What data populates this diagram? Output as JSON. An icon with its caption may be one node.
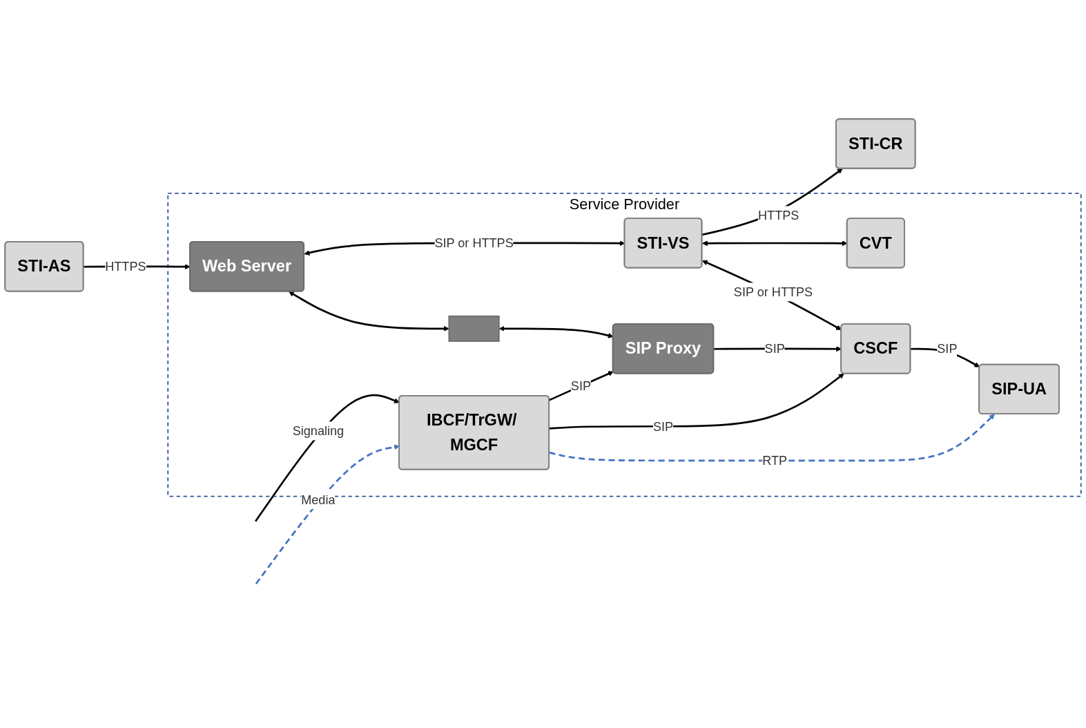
{
  "diagram": {
    "nodes": [
      {
        "text": [
          "Service Provider"
        ]
      },
      {
        "text": [
          "STI-CR"
        ]
      },
      {
        "text": [
          "STI-AS"
        ]
      },
      {
        "text": [
          "Web Server"
        ],
        "in": 0
      },
      {
        "text": [],
        "shape": "box",
        "in": 0
      },
      {
        "text": [
          "STI-VS"
        ],
        "in": 0
      },
      {
        "text": [
          "CVT"
        ],
        "in": 0
      },
      {
        "text": [
          "SIP Proxy"
        ],
        "in": 0
      },
      {
        "text": [
          "CSCF"
        ],
        "in": 0
      },
      {
        "text": [
          "IBCF/TrGW/ MGCF"
        ],
        "in": 0
      },
      {
        "text": [
          "SIP-UA"
        ],
        "in": 0
      }
    ],
    "edges": [
      {
        "from": 2,
        "to": 3,
        "arrow": "to",
        "label": "HTTPS"
      },
      {
        "from": 3,
        "to": 5,
        "arrow": "both",
        "label": "SIP or HTTPS"
      },
      {
        "from": 5,
        "to": 1,
        "arrow": "to",
        "label": "HTTPS"
      },
      {
        "from": 3,
        "to": 4,
        "arrow": "both"
      },
      {
        "from": 5,
        "to": 6,
        "arrow": "both"
      },
      {
        "from": 4,
        "to": 7,
        "arrow": "both"
      },
      {
        "from": 5,
        "to": 8,
        "arrow": "both",
        "label": "SIP or HTTPS"
      },
      {
        "from": 7,
        "to": 8,
        "arrow": "to",
        "label": "SIP"
      },
      {
        "from": 9,
        "to": 7,
        "arrow": "to",
        "label": "SIP"
      },
      {
        "from": 9,
        "to": 8,
        "arrow": "to",
        "label": "SIP"
      },
      {
        "from": 8,
        "to": 10,
        "arrow": "to",
        "label": "SIP"
      },
      {
        "from": null,
        "to": 9,
        "arrow": "to",
        "label": "Signaling"
      },
      {
        "from": null,
        "to": 9,
        "arrow": "to",
        "label": "Media",
        "style": "dashed",
        "color": "#4472c4"
      },
      {
        "from": 9,
        "to": 10,
        "arrow": "to",
        "label": "RTP",
        "style": "dashed",
        "color": "#4472c4"
      }
    ]
  }
}
